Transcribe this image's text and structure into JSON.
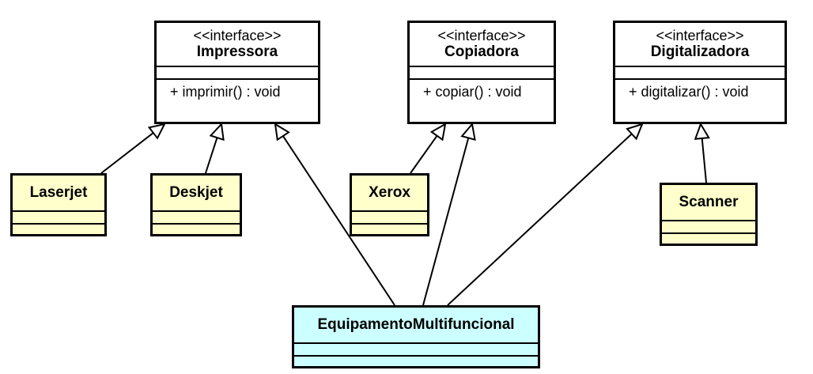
{
  "interfaces": [
    {
      "stereotype": "<<interface>>",
      "name": "Impressora",
      "operation": "+ imprimir() : void"
    },
    {
      "stereotype": "<<interface>>",
      "name": "Copiadora",
      "operation": "+ copiar() : void"
    },
    {
      "stereotype": "<<interface>>",
      "name": "Digitalizadora",
      "operation": "+ digitalizar() : void"
    }
  ],
  "classes": {
    "laserjet": "Laserjet",
    "deskjet": "Deskjet",
    "xerox": "Xerox",
    "scanner": "Scanner",
    "multifuncional": "EquipamentoMultifuncional"
  },
  "colors": {
    "interface_fill": "#ffffff",
    "class_fill": "#ffffcc",
    "highlight_fill": "#ccffff",
    "line": "#000000"
  }
}
